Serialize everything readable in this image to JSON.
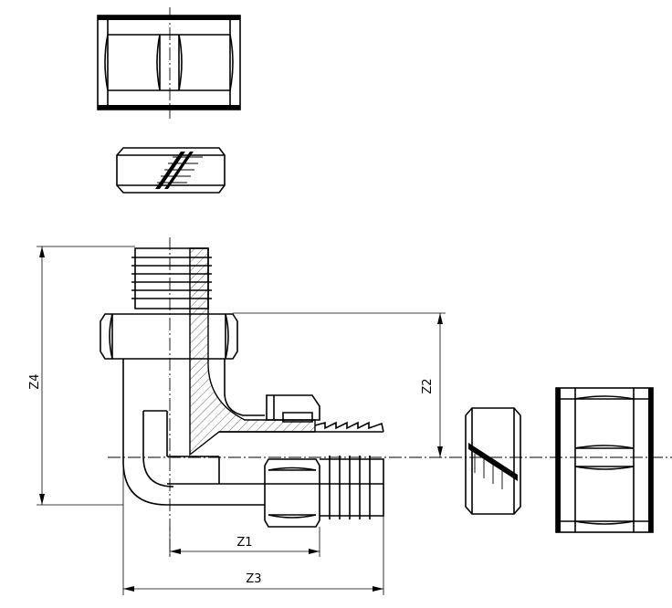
{
  "dimensions": {
    "z1": "Z1",
    "z2": "Z2",
    "z3": "Z3",
    "z4": "Z4"
  },
  "parts": [
    "union-nut-top",
    "split-ring-top",
    "elbow-fitting-body",
    "split-ring-right",
    "union-nut-right"
  ],
  "line_color": "#000000",
  "background_color": "#ffffff"
}
